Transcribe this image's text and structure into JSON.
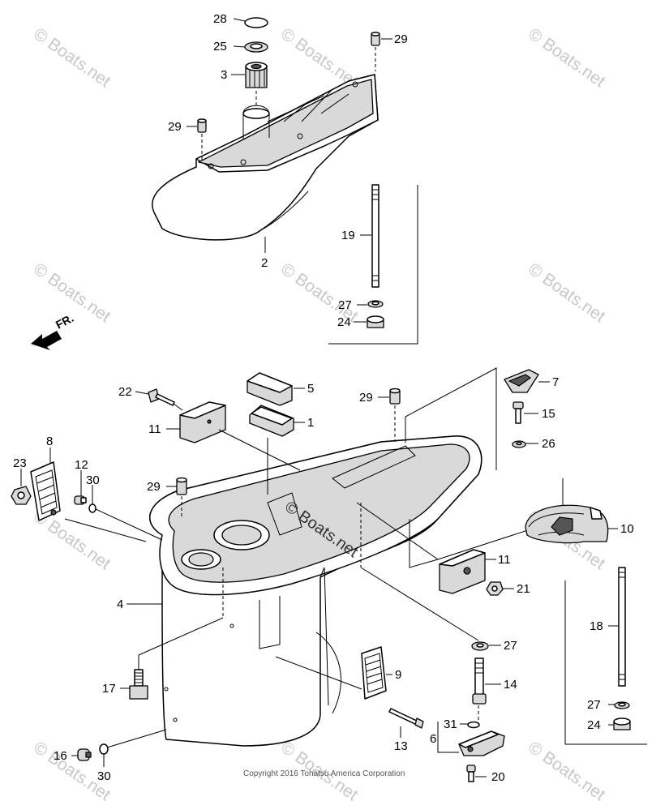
{
  "watermark": "© Boats.net",
  "copyright": "Copyright 2016 Tohatsu America Corporation",
  "direction_label": "FR.",
  "callouts": {
    "p1": "1",
    "p2": "2",
    "p3": "3",
    "p4": "4",
    "p5": "5",
    "p6": "6",
    "p7": "7",
    "p8": "8",
    "p9": "9",
    "p10": "10",
    "p11a": "11",
    "p11b": "11",
    "p12": "12",
    "p13": "13",
    "p14": "14",
    "p15": "15",
    "p16": "16",
    "p17": "17",
    "p18": "18",
    "p19": "19",
    "p20": "20",
    "p21": "21",
    "p22": "22",
    "p23": "23",
    "p24a": "24",
    "p24b": "24",
    "p25": "25",
    "p26": "26",
    "p27a": "27",
    "p27b": "27",
    "p27c": "27",
    "p28": "28",
    "p29a": "29",
    "p29b": "29",
    "p29c": "29",
    "p29d": "29",
    "p30a": "30",
    "p30b": "30",
    "p31": "31"
  }
}
